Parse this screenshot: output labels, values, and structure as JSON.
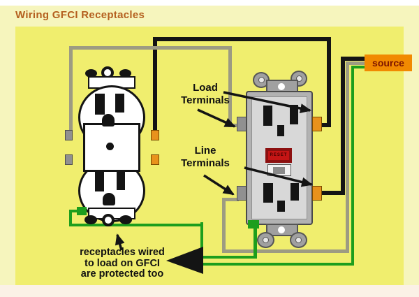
{
  "title": "Wiring GFCI Receptacles",
  "source_label": "source",
  "labels": {
    "load_terminals": [
      "Load",
      "Terminals"
    ],
    "line_terminals": [
      "Line",
      "Terminals"
    ],
    "caption": [
      "receptacles wired",
      "to load on GFCI",
      "are protected too"
    ]
  },
  "gfci": {
    "reset_label": "RESET"
  },
  "colors": {
    "page_top": "#ffffff",
    "outer_bg": "#f6f5bd",
    "bottom_bg": "#fbf1e6",
    "panel_bg": "#f0ee6e",
    "title_text": "#b45f1e",
    "label_text": "#111111",
    "source_bg": "#f18a01",
    "source_text": "#7d1500",
    "wire_black": "#141414",
    "wire_neutral": "#9d9b82",
    "wire_green": "#1d9e1d",
    "device_white": "#ffffff",
    "device_outline": "#141414",
    "gfci_frame": "#b2b2b2",
    "gfci_face": "#d8d8d8",
    "bracket_gray": "#a0a0a0",
    "terminal_silver": "#909090",
    "terminal_brass": "#e8921c",
    "reset_red": "#c51515",
    "reset_red_dark": "#8c1010",
    "test_gray": "#8a8a8a",
    "ground_green": "#1d9e1d"
  }
}
